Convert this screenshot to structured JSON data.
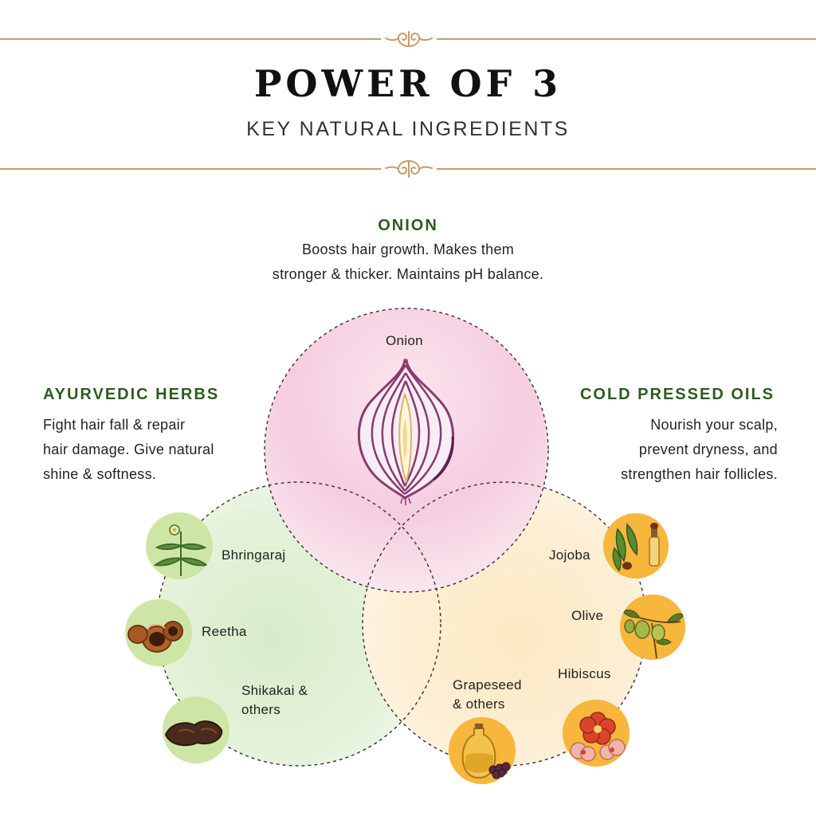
{
  "header": {
    "title": "POWER OF 3",
    "subtitle": "KEY NATURAL INGREDIENTS"
  },
  "onion_section": {
    "heading": "ONION",
    "description_lines": [
      "Boosts hair growth. Makes them",
      "stronger & thicker. Maintains pH balance."
    ]
  },
  "herbs_section": {
    "heading": "AYURVEDIC HERBS",
    "description_lines": [
      "Fight hair fall & repair",
      "hair damage. Give natural",
      "shine & softness."
    ]
  },
  "oils_section": {
    "heading": "COLD PRESSED OILS",
    "description_lines": [
      "Nourish your scalp,",
      "prevent dryness, and",
      "strengthen hair follicles."
    ]
  },
  "diagram": {
    "onion_label": "Onion",
    "herbs": [
      {
        "label_lines": [
          "Bhringaraj"
        ],
        "icon": "bhringaraj-plant-icon"
      },
      {
        "label_lines": [
          "Reetha"
        ],
        "icon": "reetha-nut-icon"
      },
      {
        "label_lines": [
          "Shikakai &",
          "others"
        ],
        "icon": "shikakai-pod-icon"
      }
    ],
    "oils": [
      {
        "label_lines": [
          "Jojoba"
        ],
        "icon": "jojoba-oil-icon"
      },
      {
        "label_lines": [
          "Olive"
        ],
        "icon": "olive-branch-icon"
      },
      {
        "label_lines": [
          "Hibiscus"
        ],
        "icon": "hibiscus-flower-icon"
      },
      {
        "label_lines": [
          "Grapeseed",
          "& others"
        ],
        "icon": "grapeseed-oil-icon"
      }
    ]
  },
  "colors": {
    "accent_gold": "#c89a6c",
    "heading_green": "#2f5a1f",
    "onion_pink": "#f3c6da",
    "herb_green": "#dcefd0",
    "oil_yellow": "#fbe3b4",
    "badge_green": "#cde6a5",
    "badge_orange": "#f7b63c"
  }
}
